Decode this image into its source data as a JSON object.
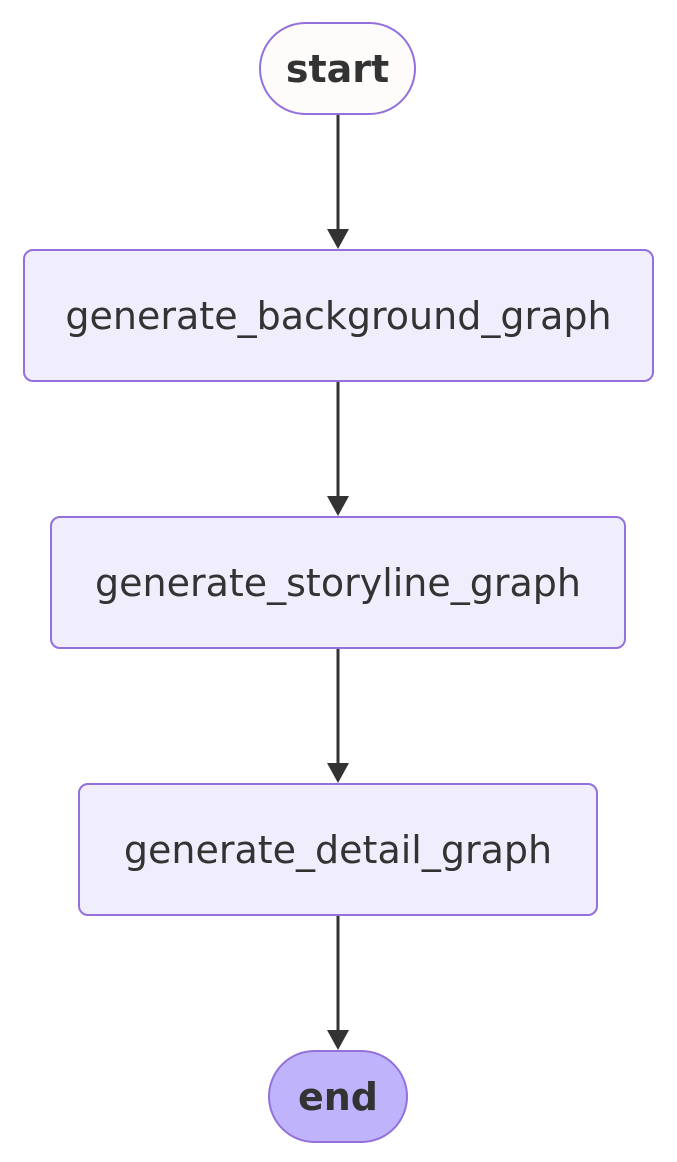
{
  "diagram": {
    "type": "flowchart",
    "direction": "top-to-bottom",
    "colors": {
      "node_border": "#9370db",
      "process_fill": "#f0eefc",
      "start_fill": "#fdfcfb",
      "end_fill": "#bfb4fc",
      "edge": "#333333",
      "text": "#333333"
    },
    "nodes": {
      "start": {
        "label": "start",
        "shape": "stadium"
      },
      "background": {
        "label": "generate_background_graph",
        "shape": "rounded-rect"
      },
      "storyline": {
        "label": "generate_storyline_graph",
        "shape": "rounded-rect"
      },
      "detail": {
        "label": "generate_detail_graph",
        "shape": "rounded-rect"
      },
      "end": {
        "label": "end",
        "shape": "stadium"
      }
    },
    "edges": [
      {
        "from": "start",
        "to": "generate_background_graph"
      },
      {
        "from": "generate_background_graph",
        "to": "generate_storyline_graph"
      },
      {
        "from": "generate_storyline_graph",
        "to": "generate_detail_graph"
      },
      {
        "from": "generate_detail_graph",
        "to": "end"
      }
    ]
  }
}
